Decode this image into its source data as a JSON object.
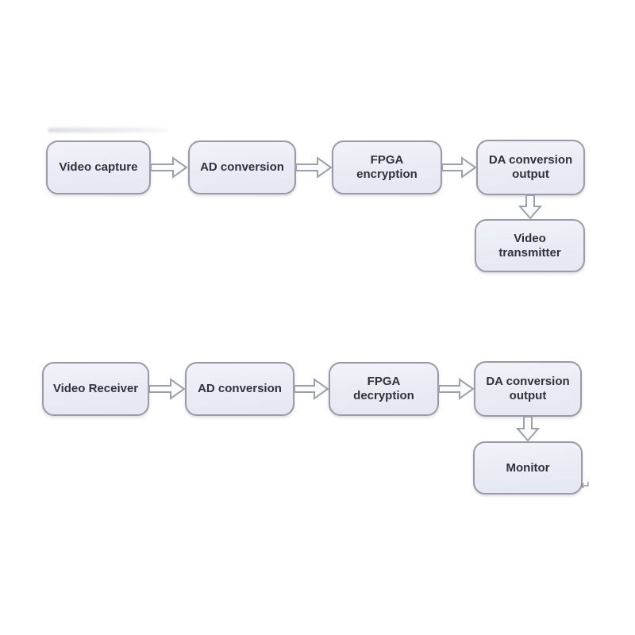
{
  "colors": {
    "background": "#ffffff",
    "box_fill_top": "#f2f3f9",
    "box_fill_bottom": "#e5e7f1",
    "box_border": "#9a9aa6",
    "box_text": "#31313d",
    "arrow_fill": "#fafbfe",
    "arrow_stroke": "#9da0ac",
    "return_mark_color": "#8b8b98"
  },
  "flows": [
    {
      "name": "transmit-chain",
      "boxes": [
        "Video capture",
        "AD conversion",
        "FPGA encryption",
        "DA conversion output"
      ],
      "branch_box": "Video transmitter"
    },
    {
      "name": "receive-chain",
      "boxes": [
        "Video Receiver",
        "AD conversion",
        "FPGA decryption",
        "DA conversion output"
      ],
      "branch_box": "Monitor"
    }
  ],
  "stray": {
    "return_mark": "↵"
  }
}
